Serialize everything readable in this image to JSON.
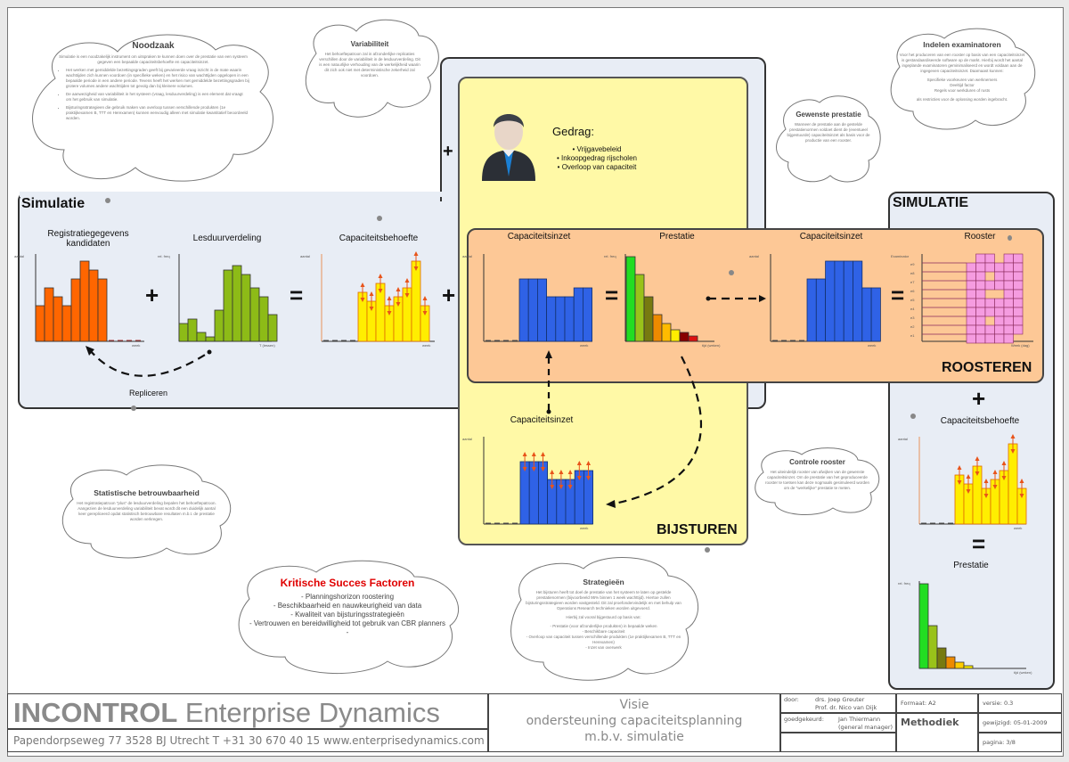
{
  "page": {
    "title_lines": [
      "Visie",
      "ondersteuning capaciteitsplanning",
      "m.b.v. simulatie"
    ]
  },
  "clouds": {
    "noodzaak": {
      "title": "Noodzaak",
      "intro": "Simulatie is een noodzakelijk instrument om uitspraken te kunnen doen over de prestatie van een systeem gegeven een bepaalde capaciteitsbehoefte en capaciteitsinzet.",
      "bullets": [
        "Het werken met gemiddelde bezettingsgraden geeft bij gevarieerde vraag inzicht in de mate waarin wachttijden zich kunnen voordoen (in specifieke weken) en het risico van wachttijden opgelopen in een bepaalde periode in een andere periode. Tevens heeft het werken met gemiddelde bezettingsgraden bij grotere volumes andere wachttijden tot gevolg dan bij kleinere volumes.",
        "De aanwezigheid van variabiliteit in het systeem (vraag, lesduurverdeling) is een element dat vraagt om het gebruik van simulatie.",
        "Bijsturingsstrategieen die gebruik maken van overloop tussen verschillende produkten (1e praktijkexamen B, TTT en Herexamen) kunnen eenvoudig alleen met simulatie kwantitatief beoordeeld worden."
      ]
    },
    "variabiliteit": {
      "title": "Variabiliteit",
      "body": "Het behoeftepatroon zal in afzonderlijke replicaties verschillen door de variabiliteit in de lesduurverdeling. Dit is een natuurlijke verhouding van de werkelijkheid waarin dit zich ook niet met deterministische zekerheid zal voordoen."
    },
    "gewenste_prestatie": {
      "title": "Gewenste prestatie",
      "body": "Wanneer de prestatie aan de gestelde prestatienormen voldoet dient de (eventueel bijgestuurde) capaciteitsinzet als basis voor de productie van een rooster."
    },
    "indelen_examinatoren": {
      "title": "Indelen examinatoren",
      "intro": "Voor het produceren van een rooster op basis van een capaciteitsinzet is gestandaardiseerde software op de markt. Hierbij wordt het aantal ingeplande examinatoren geminimaliseerd en wordt voldaan aan de ingegeven capaciteitsinzet. Daarnaast kunnen:",
      "bullets": [
        "Specifieke voorkeuren van werknemers",
        "Deeltijd factor",
        "Regels voor werkduren of rusts"
      ],
      "outro": "als restricties voor de oplossing worden ingebracht."
    },
    "statistische_betrouwbaarheid": {
      "title": "Statistische betrouwbaarheid",
      "body": "Het registratiepatroon \"plus\" de lesduurverdeling bepalen het behoeftepatroon. Aangezien de lesduurverdeling variabiliteit bevat wordt dit een duidelijk aantal keer gerepliceerd opdat statistisch betrouwbare resultaten m.b.t. de prestatie worden verkregen."
    },
    "kritische_succes_factoren": {
      "title": "Kritische Succes Factoren",
      "items": [
        "- Planningshorizon roostering",
        "- Beschikbaarheid en nauwkeurigheid van data",
        "- Kwaliteit van bijsturingsstrategieën",
        "- Vertrouwen en bereidwilligheid tot gebruik van CBR planners",
        "-"
      ]
    },
    "strategieen": {
      "title": "Strategieën",
      "intro": "Het bijsturen heeft tot doel de prestatie van het systeem te laten op gestelde prestatienormen (bijvoorbeeld 95% binnen 1 week wachttijd). Hiertoe zullen bijsturingsstrategieen worden vastgesteld. Dit zal proefondervindelijk en met behulp van Operations Research technieken worden uitgevoerd.",
      "middle": "Hierbij zal vooral bijgestuurd op basis van:",
      "items": [
        "- Prestatie (voor afzonderlijke produkten) in bepaalde weken",
        "- Beschikbare capaciteit",
        "- Overloop van capaciteit tussen verschillende produkten (1e praktijkexamen B, TTT en Herexamen)",
        "- Inzet van overwerk"
      ]
    },
    "controle_rooster": {
      "title": "Controle rooster",
      "body": "Het uiteindelijk rooster van afwijken van de gewenste capaciteitsinzet. Om de prestatie van het geproduceerde rooster te toetsen kan deze nogmaals gesimuleerd worden om de \"werkelijke\" prestatie te meten."
    }
  },
  "panels": {
    "simulatie": {
      "title": "Simulatie",
      "replicate_label": "Repliceren"
    },
    "simulatie_right": {
      "title": "SIMULATIE"
    },
    "roosteren": {
      "title": "ROOSTEREN"
    },
    "bijsturen": {
      "title": "BIJSTUREN"
    }
  },
  "gedrag": {
    "title": "Gedrag:",
    "items": [
      "Vrijgavebeleid",
      "Inkoopgedrag rijscholen",
      "Overloop van capaciteit"
    ]
  },
  "operators": {
    "plus": "+",
    "equals": "="
  },
  "chart_data": [
    {
      "id": "registratie",
      "type": "bar",
      "title": "Registratiegegevens kandidaten",
      "ylabel": "aantal",
      "xlabel": "week",
      "color": "#ff6600",
      "values": [
        4,
        6,
        5,
        4,
        7,
        9,
        8,
        7
      ],
      "ylim": [
        0,
        10
      ],
      "dashed_baseline": "right"
    },
    {
      "id": "lesduur",
      "type": "bar",
      "title": "Lesduurverdeling",
      "ylabel": "rel. freq",
      "xlabel": "T (lessen)",
      "color": "#8dbb17",
      "values": [
        2,
        2.5,
        1,
        0.5,
        3.5,
        8,
        8.5,
        7.5,
        6,
        5,
        3
      ],
      "ylim": [
        0,
        10
      ]
    },
    {
      "id": "behoefte",
      "type": "bar",
      "title": "Capaciteitsbehoefte",
      "ylabel": "aantal",
      "xlabel": "week",
      "color": "#ffee00",
      "values": [
        5.5,
        4.5,
        6.5,
        4,
        5,
        6,
        9,
        4
      ],
      "ylim": [
        0,
        10
      ],
      "variability_arrows": true,
      "dashed_baseline": "left"
    },
    {
      "id": "inzet_roosteren_links",
      "type": "bar",
      "title": "Capaciteitsinzet",
      "ylabel": "aantal",
      "xlabel": "week",
      "color": "#2f62e6",
      "values": [
        7,
        7,
        7,
        5,
        5,
        5,
        6,
        6
      ],
      "ylim": [
        0,
        10
      ],
      "dashed_baseline": "left"
    },
    {
      "id": "prestatie",
      "type": "bar",
      "title": "Prestatie",
      "ylabel": "rel. freq",
      "xlabel": "tijd (weken)",
      "colors": [
        "#22dd22",
        "#99c21a",
        "#777a10",
        "#ee8a00",
        "#ffbb00",
        "#ffee00",
        "#880000",
        "#dd1111"
      ],
      "values": [
        9.5,
        7.5,
        5,
        3,
        2,
        1.3,
        1,
        0.6
      ],
      "ylim": [
        0,
        10
      ]
    },
    {
      "id": "inzet_check",
      "type": "bar",
      "title": "Capaciteitsinzet",
      "ylabel": "aantal",
      "xlabel": "week",
      "color": "#2f62e6",
      "values": [
        7,
        7,
        9,
        9,
        9,
        9,
        6,
        6
      ],
      "ylim": [
        0,
        10
      ],
      "checkmark": true,
      "dashed_baseline": "left"
    },
    {
      "id": "rooster",
      "type": "heatmap",
      "title": "Rooster",
      "ylabel": "Examinator",
      "xlabel": "Week (dag)",
      "rows": [
        "e9",
        "e8",
        "e7",
        "e6",
        "e5",
        "e4",
        "e3",
        "e2",
        "e1"
      ],
      "color": "#f59ce0"
    },
    {
      "id": "inzet_bijsturen",
      "type": "bar",
      "title": "Capaciteitsinzet",
      "ylabel": "aantal",
      "xlabel": "week",
      "color": "#2f62e6",
      "values": [
        7,
        7,
        7,
        5,
        5,
        5,
        6,
        6
      ],
      "ylim": [
        0,
        10
      ],
      "variability_arrows": true,
      "dashed_baseline": "left"
    },
    {
      "id": "behoefte_rechts",
      "type": "bar",
      "title": "Capaciteitsbehoefte",
      "ylabel": "aantal",
      "xlabel": "week",
      "color": "#ffee00",
      "values": [
        5.5,
        4.5,
        6.5,
        4,
        5,
        6,
        9,
        4
      ],
      "ylim": [
        0,
        10
      ],
      "variability_arrows": true,
      "dashed_baseline": "left"
    },
    {
      "id": "prestatie_rechts",
      "type": "bar",
      "title": "Prestatie",
      "ylabel": "rel. freq",
      "xlabel": "tijd (weken)",
      "colors": [
        "#22dd22",
        "#99c21a",
        "#777a10",
        "#ee8a00",
        "#ffcc00",
        "#ffee00"
      ],
      "values": [
        9.5,
        4.8,
        2.3,
        1.3,
        0.7,
        0.3
      ],
      "ylim": [
        0,
        10
      ]
    }
  ],
  "footer": {
    "brand_bold": "INCONTROL",
    "brand_rest": " Enterprise Dynamics",
    "address": "Papendorpseweg 77 3528 BJ Utrecht T +31 30 670 40 15 www.enterprisedynamics.com",
    "door_label": "door:",
    "door_values": [
      "drs. Joep Greuter",
      "Prof. dr. Nico van Dijk"
    ],
    "goedgekeurd_label": "goedgekeurd:",
    "goedgekeurd_values": [
      "Jan Thiermann",
      "(general manager)"
    ],
    "formaat": "Formaat: A2",
    "category": "Methodiek",
    "versie": "versie: 0.3",
    "gewijzigd": "gewijzigd: 05-01-2009",
    "pagina": "pagina: 3/8"
  }
}
